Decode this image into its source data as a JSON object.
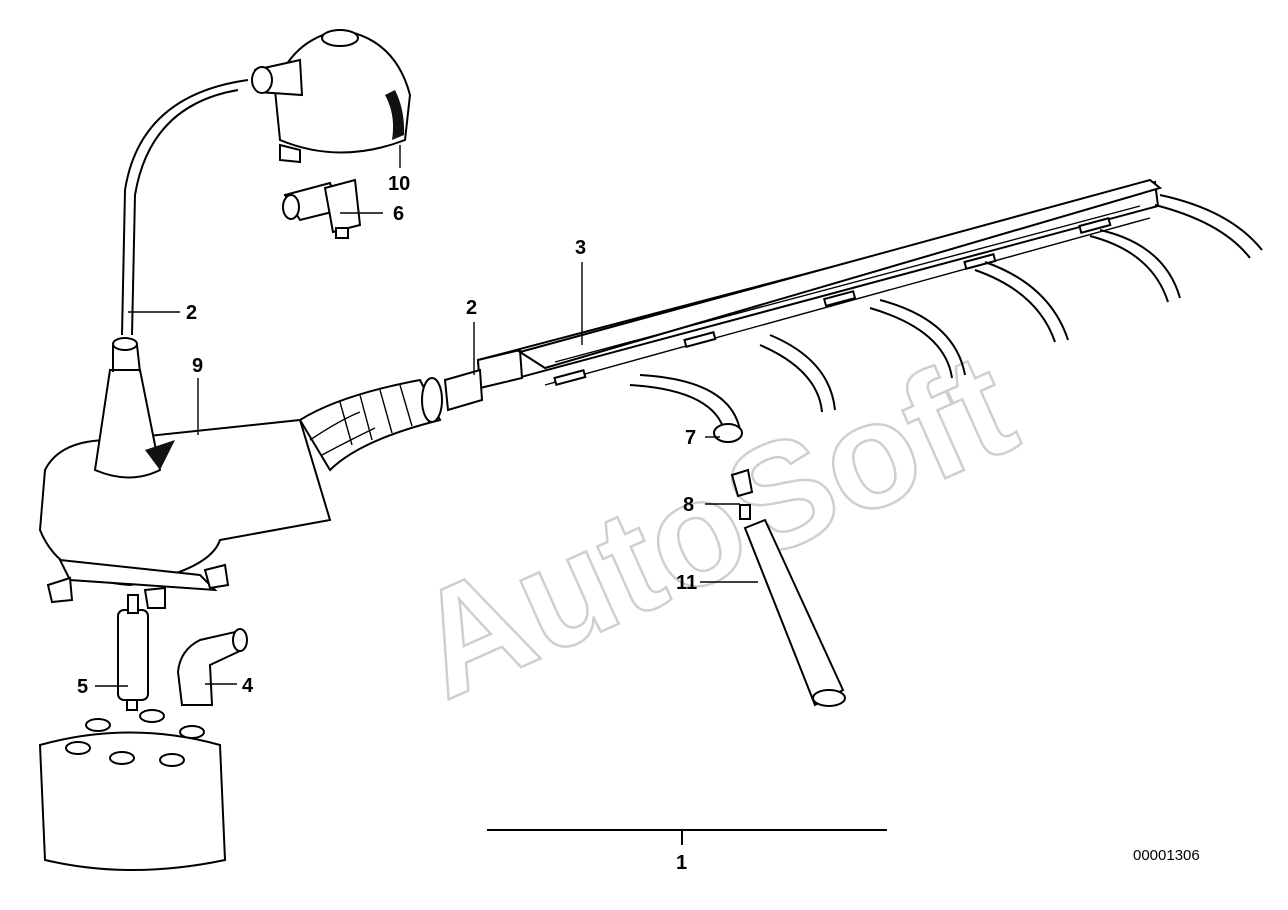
{
  "watermark": "AutoSoft",
  "diagram_code": "00001306",
  "callouts": {
    "c1": "1",
    "c2a": "2",
    "c2b": "2",
    "c3": "3",
    "c4": "4",
    "c5": "5",
    "c6": "6",
    "c7": "7",
    "c8": "8",
    "c9": "9",
    "c10": "10",
    "c11": "11"
  }
}
